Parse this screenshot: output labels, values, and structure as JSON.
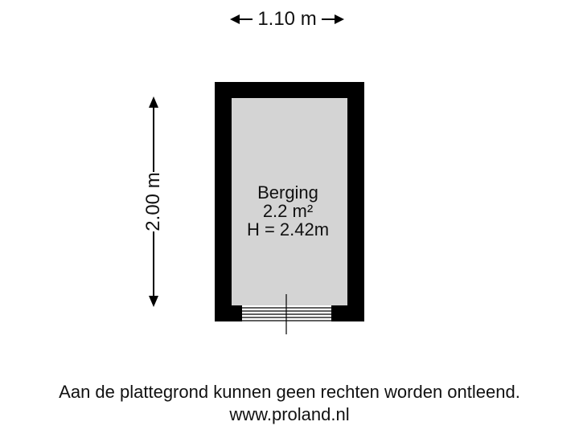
{
  "floorplan": {
    "width_dimension": "1.10 m",
    "height_dimension": "2.00 m",
    "room": {
      "name": "Berging",
      "area": "2.2 m²",
      "ceiling_height": "H = 2.42m"
    },
    "colors": {
      "wall": "#000000",
      "floor": "#d4d4d4",
      "line": "#000000"
    }
  },
  "footer": {
    "disclaimer": "Aan de plattegrond kunnen geen rechten worden ontleend.",
    "website": "www.proland.nl"
  }
}
